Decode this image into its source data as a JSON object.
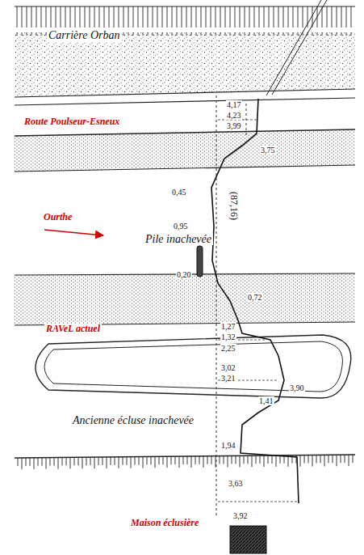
{
  "diagram": {
    "labels": [
      "Carrière Orban",
      "4,17",
      "4,23",
      "3,99",
      "3,75",
      "Route Poulseur-Esneux",
      "0,45",
      "(87,16)",
      "Ourthe",
      "0,95",
      "Pile inachevée",
      "0,20",
      "0,72",
      "RAVeL actuel",
      "1,27",
      "1,32",
      "2,25",
      "3,02",
      "3,21",
      "3,90",
      "1,41",
      "Ancienne écluse inachevée",
      "1,94",
      "3,63",
      "3,92",
      "Maison éclusière"
    ]
  }
}
